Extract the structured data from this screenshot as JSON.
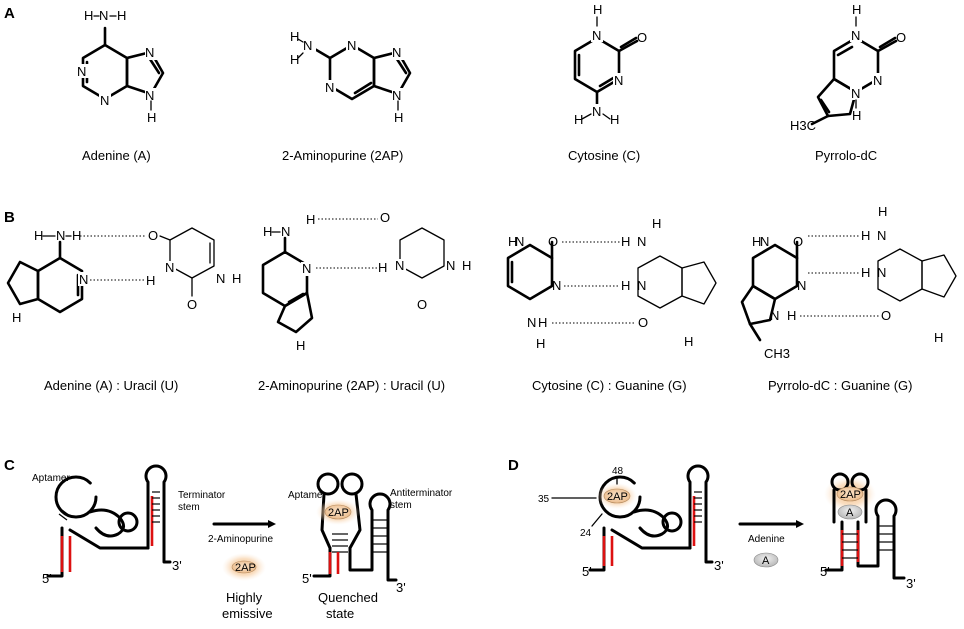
{
  "panels": {
    "a": "A",
    "b": "B",
    "c": "C",
    "d": "D"
  },
  "atoms": {
    "n": "N",
    "h": "H",
    "o": "O",
    "c": "C",
    "h3c": "H3C",
    "ch3": "CH3",
    "nh": "N–H",
    "hn": "H–N",
    "h_dash": "H",
    "sub3": "3"
  },
  "panel_a": {
    "captions": [
      "Adenine (A)",
      "2-Aminopurine  (2AP)",
      "Cytosine (C)",
      "Pyrrolo-dC"
    ]
  },
  "panel_b": {
    "captions": [
      "Adenine (A) : Uracil (U)",
      "2-Aminopurine  (2AP) : Uracil (U)",
      "Cytosine (C) : Guanine (G)",
      "Pyrrolo-dC  : Guanine (G)"
    ]
  },
  "panel_c": {
    "aptamer_left": "Aptamer",
    "terminator_line1": "Terminator",
    "terminator_line2": "stem",
    "aptamer_right": "Aptamer",
    "antiterminator_line1": "Antiterminator",
    "antiterminator_line2": "stem",
    "ligand": "2-Aminopurine",
    "badge": "2AP",
    "emissive_line1": "Highly",
    "emissive_line2": "emissive",
    "quenched_line1": "Quenched",
    "quenched_line2": "state",
    "five_prime": "5'",
    "three_prime": "3'"
  },
  "panel_d": {
    "pos_48": "48",
    "pos_35": "35",
    "pos_24": "24",
    "badge": "2AP",
    "ligand": "Adenine",
    "ligand_badge": "A",
    "five_prime": "5'",
    "three_prime": "3'"
  }
}
